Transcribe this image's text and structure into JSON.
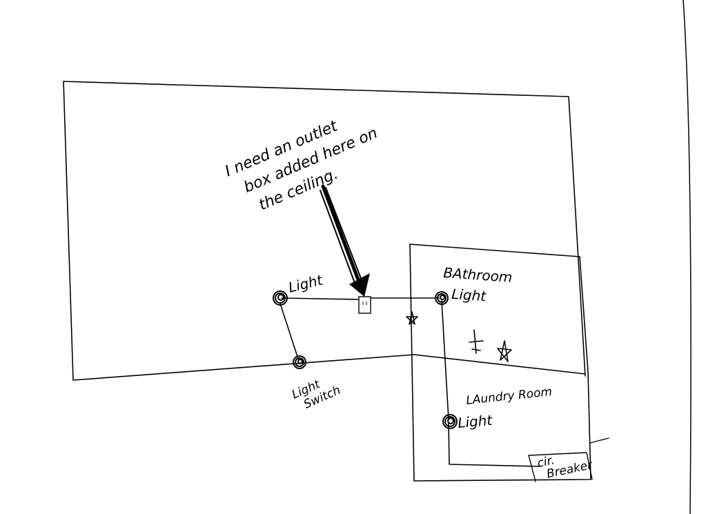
{
  "annotation": {
    "lines": [
      "I need an outlet",
      "box added here on",
      "the ceiling."
    ]
  },
  "labels": {
    "light_main": "Light",
    "switch_line1": "Light",
    "switch_line2": "Switch",
    "bathroom_line1": "BAthroom",
    "bathroom_line2": "Light",
    "laundry": "LAundry Room",
    "laundry_light": "Light",
    "breaker_line1": "cir.",
    "breaker_line2": "Breaker"
  },
  "colors": {
    "ink": "#000000",
    "paper": "#ffffff"
  },
  "icons": {
    "fixture": "spiral-circle-icon",
    "outlet": "outlet-box-icon",
    "marker": "star-icon"
  }
}
